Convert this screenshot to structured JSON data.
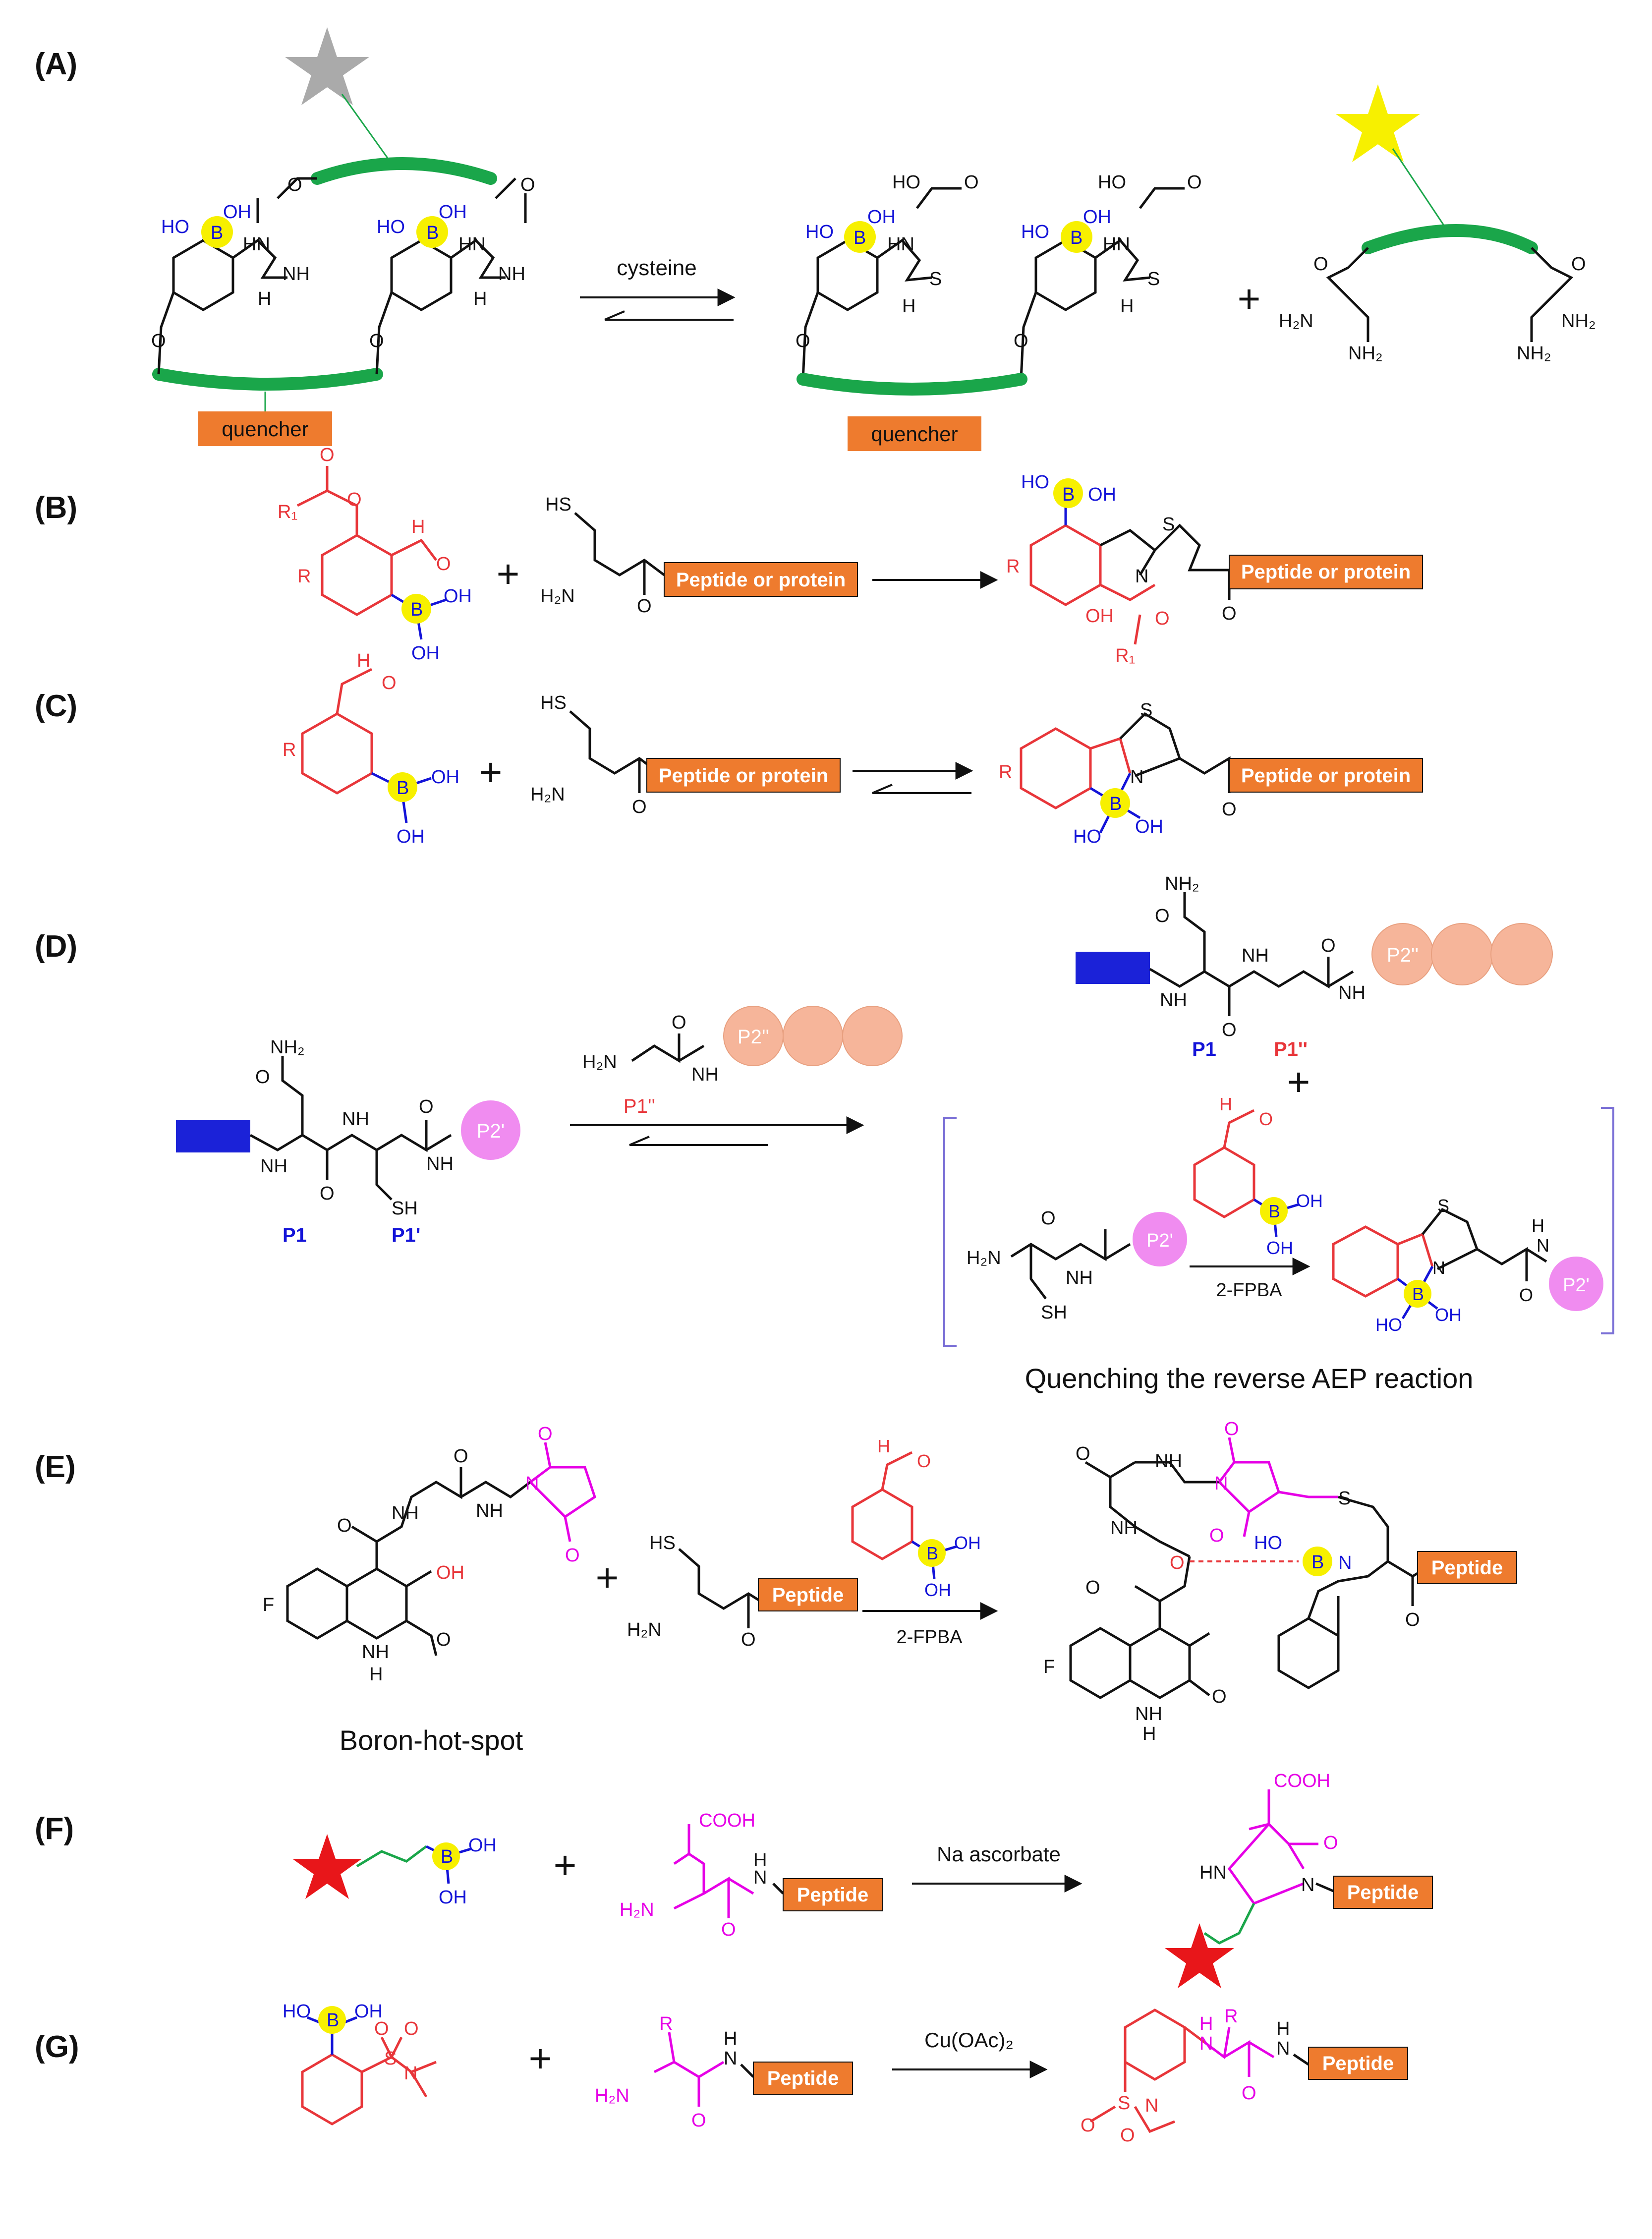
{
  "colors": {
    "black": "#111111",
    "red": "#e8363a",
    "blue": "#1414d8",
    "magenta": "#e600e6",
    "green": "#1aa64a",
    "yellow": "#f7f000",
    "orange": "#ee7b2e",
    "salmon": "#f6b59a",
    "pink": "#f08cf0",
    "navy": "#1b22d8",
    "gray_star": "#aaaaaa",
    "bracket": "#7a6fd6"
  },
  "panel_labels": [
    "(A)",
    "(B)",
    "(C)",
    "(D)",
    "(E)",
    "(F)",
    "(G)"
  ],
  "atoms": {
    "B": "B",
    "HO": "HO",
    "OH": "OH",
    "HN": "HN",
    "NH": "NH",
    "H": "H",
    "N": "N",
    "S": "S",
    "SH": "SH",
    "HS": "HS",
    "O": "O",
    "F": "F",
    "R": "R",
    "R1": "R₁",
    "H2N": "H₂N",
    "NH2": "NH₂",
    "COOH": "COOH"
  },
  "labels": {
    "quencher": "quencher",
    "peptide_or_protein": "Peptide or protein",
    "peptide": "Peptide",
    "p1": "P1",
    "p1prime": "P1'",
    "p1dprime": "P1''",
    "p2prime": "P2'",
    "p2dprime": "P2''"
  },
  "reagents": {
    "cysteine": "cysteine",
    "fpba": "2-FPBA",
    "na_ascorbate": "Na ascorbate",
    "cu_oac": "Cu(OAc)₂"
  },
  "captions": {
    "aep_quench": "Quenching the reverse AEP reaction",
    "boron_hot_spot": "Boron-hot-spot"
  },
  "plus": "+"
}
